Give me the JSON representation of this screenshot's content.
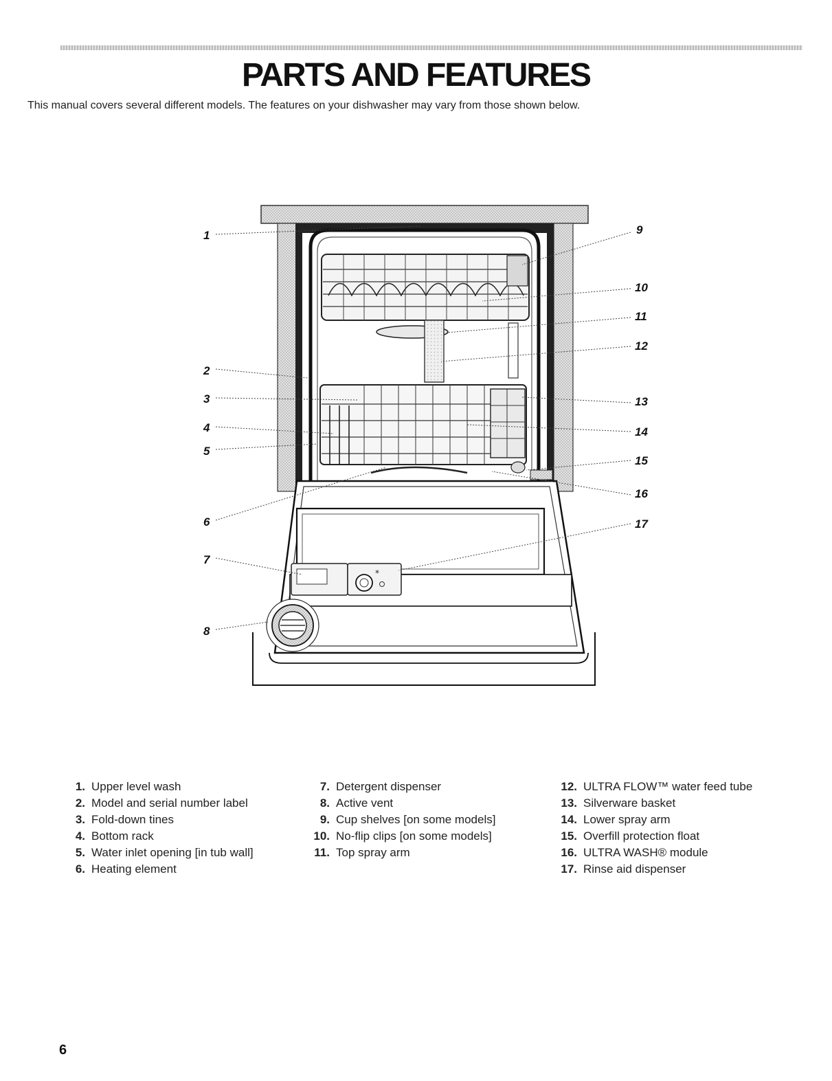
{
  "header": {
    "title": "PARTS AND FEATURES",
    "intro": "This manual covers several different models. The features on your dishwasher may vary from those shown below."
  },
  "diagram": {
    "callouts": [
      "1",
      "2",
      "3",
      "4",
      "5",
      "6",
      "7",
      "8",
      "9",
      "10",
      "11",
      "12",
      "13",
      "14",
      "15",
      "16",
      "17"
    ]
  },
  "parts": {
    "column1": [
      {
        "num": "1.",
        "label": "Upper level wash"
      },
      {
        "num": "2.",
        "label": "Model and serial number label"
      },
      {
        "num": "3.",
        "label": "Fold-down tines"
      },
      {
        "num": "4.",
        "label": "Bottom rack"
      },
      {
        "num": "5.",
        "label": "Water inlet opening [in tub wall]"
      },
      {
        "num": "6.",
        "label": "Heating element"
      }
    ],
    "column2": [
      {
        "num": "7.",
        "label": "Detergent dispenser"
      },
      {
        "num": "8.",
        "label": "Active vent"
      },
      {
        "num": "9.",
        "label": "Cup shelves [on some models]"
      },
      {
        "num": "10.",
        "label": "No-flip clips [on some models]"
      },
      {
        "num": "11.",
        "label": "Top spray arm"
      }
    ],
    "column3": [
      {
        "num": "12.",
        "label": "ULTRA FLOW™ water feed tube"
      },
      {
        "num": "13.",
        "label": "Silverware basket"
      },
      {
        "num": "14.",
        "label": "Lower spray arm"
      },
      {
        "num": "15.",
        "label": "Overfill protection float"
      },
      {
        "num": "16.",
        "label": "ULTRA WASH® module"
      },
      {
        "num": "17.",
        "label": "Rinse aid dispenser"
      }
    ]
  },
  "footer": {
    "page_number": "6"
  }
}
